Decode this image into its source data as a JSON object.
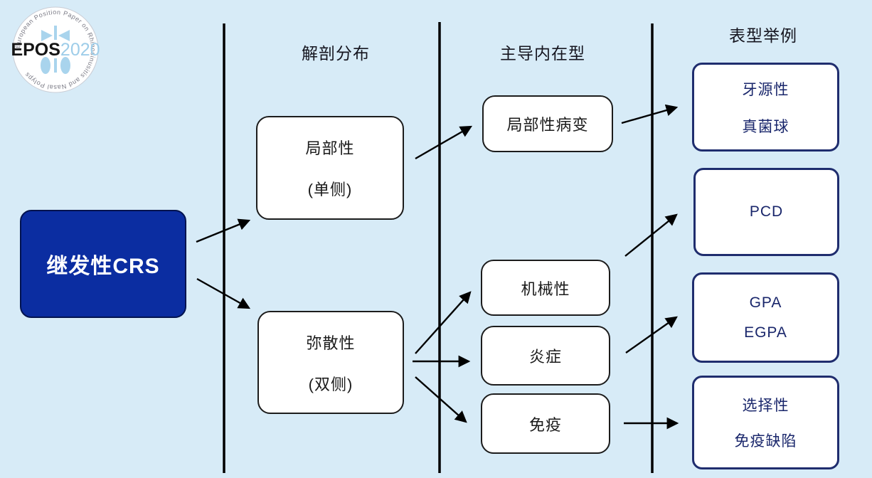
{
  "colors": {
    "background": "#d7ebf7",
    "root_fill": "#0b2da1",
    "root_border": "#02134f",
    "navy_border": "#1f2d6e",
    "navy_text": "#19266b",
    "box_border": "#1c1c1c",
    "logo_blue": "#9ecde9",
    "line_black": "#000000"
  },
  "logo": {
    "epos": "EPOS",
    "year": "2020",
    "ring_text": "European Position Paper on Rhinosinusitis and Nasal Polyps"
  },
  "headers": {
    "anatomic": "解剖分布",
    "endotype": "主导内在型",
    "phenotype": "表型举例"
  },
  "nodes": {
    "root": {
      "label": "继发性CRS"
    },
    "localized": {
      "line1": "局部性",
      "line2": "(单侧)"
    },
    "diffuse": {
      "line1": "弥散性",
      "line2": "(双侧)"
    },
    "local_lesion": {
      "label": "局部性病变"
    },
    "mechanical": {
      "label": "机械性"
    },
    "inflammatory": {
      "label": "炎症"
    },
    "immunity": {
      "label": "免疫"
    },
    "odontogenic": {
      "line1": "牙源性",
      "line2": "真菌球"
    },
    "pcd": {
      "label": "PCD"
    },
    "gpa": {
      "line1": "GPA",
      "line2": "EGPA"
    },
    "selective_immunodeficiency": {
      "line1": "选择性",
      "line2": "免疫缺陷"
    }
  }
}
